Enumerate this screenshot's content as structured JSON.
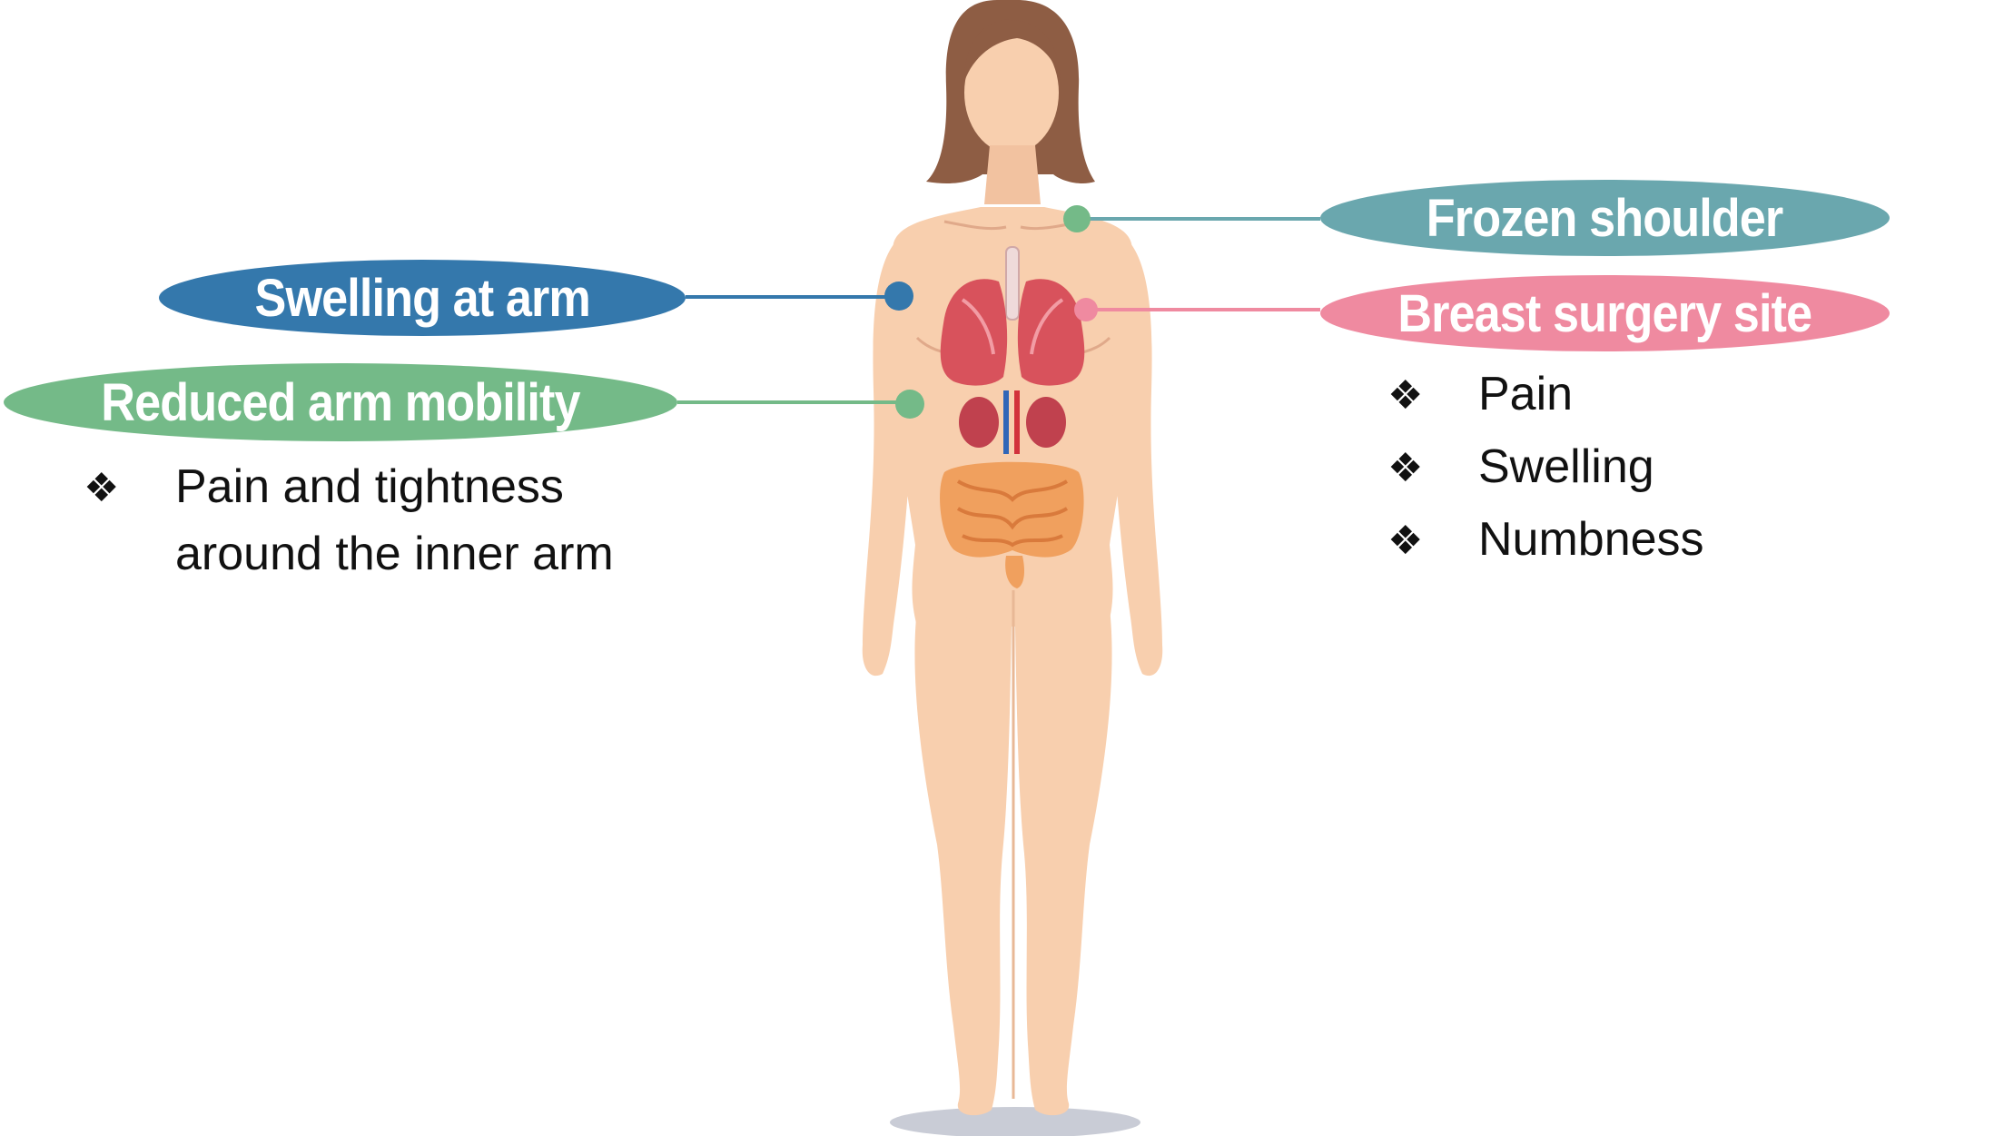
{
  "callouts": {
    "frozen_shoulder": {
      "label": "Frozen shoulder",
      "color": "#6aa7ae"
    },
    "breast_surgery_site": {
      "label": "Breast surgery site",
      "color": "#ef8aa0"
    },
    "swelling_at_arm": {
      "label": "Swelling at arm",
      "color": "#3478ac"
    },
    "reduced_arm_mobility": {
      "label": "Reduced arm mobility",
      "color": "#74ba88"
    }
  },
  "breast_surgery_symptoms": [
    "Pain",
    "Swelling",
    "Numbness"
  ],
  "arm_mobility_symptoms": [
    "Pain and tightness",
    "around the inner arm"
  ],
  "bullet_glyph": "❖",
  "colors": {
    "skin": "#f8cfae",
    "hair": "#8e5d44",
    "organ_red": "#d8525c",
    "intestine": "#f0a05e"
  }
}
